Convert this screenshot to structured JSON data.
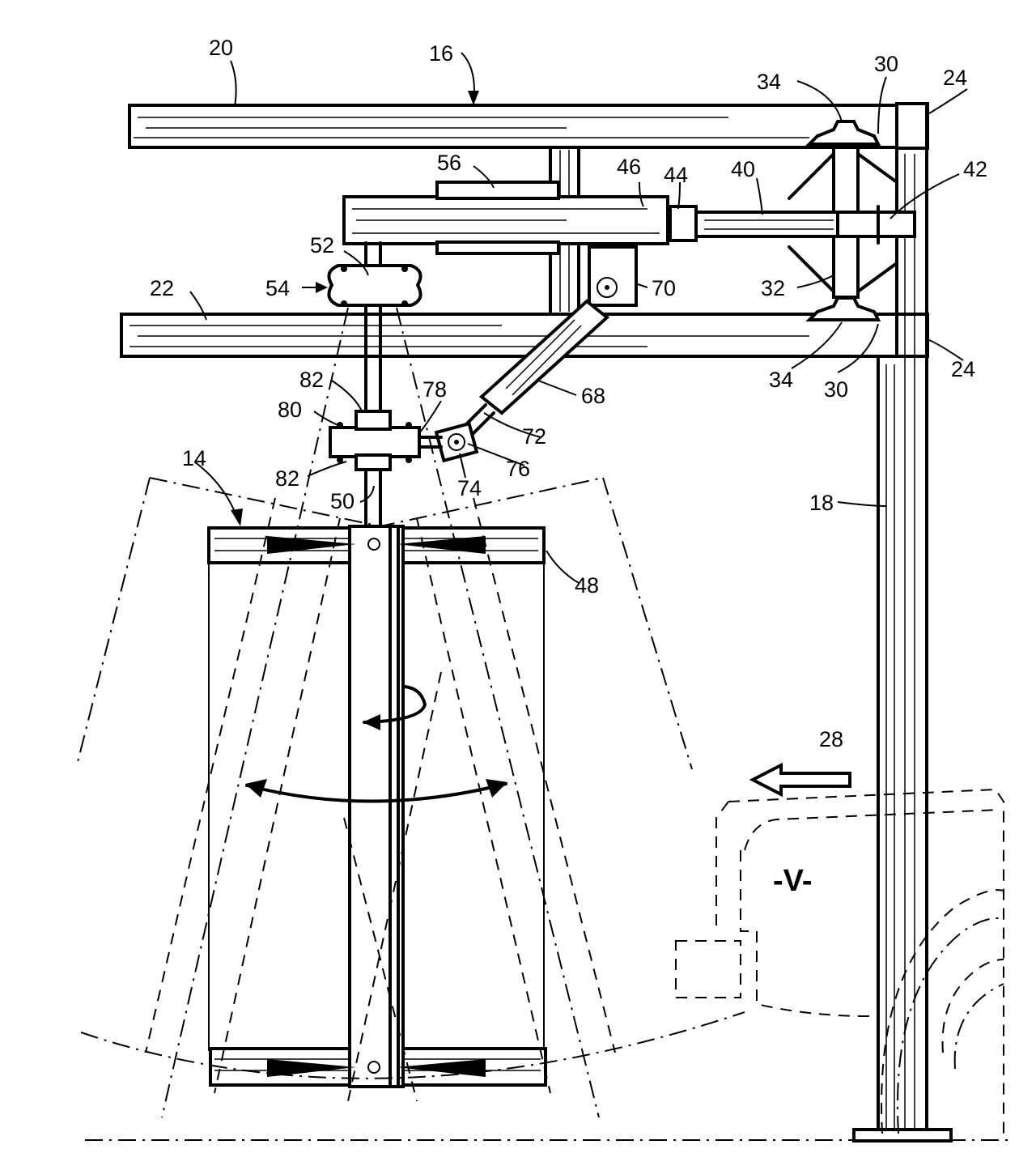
{
  "figure": {
    "labels": {
      "l20": "20",
      "l16": "16",
      "l34a": "34",
      "l30a": "30",
      "l24a": "24",
      "l56": "56",
      "l46": "46",
      "l44": "44",
      "l40": "40",
      "l42": "42",
      "l52": "52",
      "l54": "54",
      "l70": "70",
      "l32": "32",
      "l22": "22",
      "l34b": "34",
      "l30b": "30",
      "l24b": "24",
      "l82a": "82",
      "l80": "80",
      "l78": "78",
      "l68": "68",
      "l72": "72",
      "l76": "76",
      "l14": "14",
      "l82b": "82",
      "l74": "74",
      "l50": "50",
      "l18": "18",
      "l48": "48",
      "l28": "28",
      "lV": "-V-"
    }
  }
}
